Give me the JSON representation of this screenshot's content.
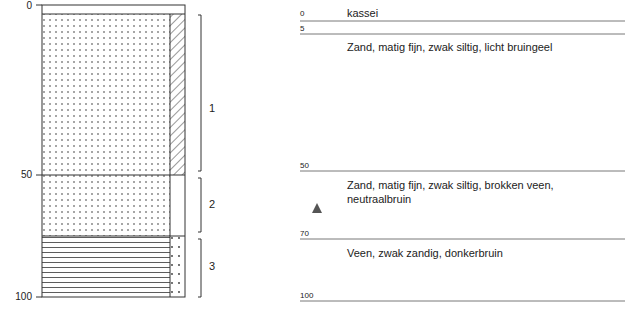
{
  "diagram": {
    "labels": [
      "0",
      "50",
      "100",
      "1",
      "2",
      "3",
      "0",
      "kassei",
      "5",
      "Zand, matig fijn, zwak siltig, licht bruingeel",
      "50",
      "Zand, matig fijn, zwak siltig, brokken veen, neutraalbruin",
      "70",
      "Veen, zwak zandig, donkerbruin",
      "100"
    ]
  }
}
